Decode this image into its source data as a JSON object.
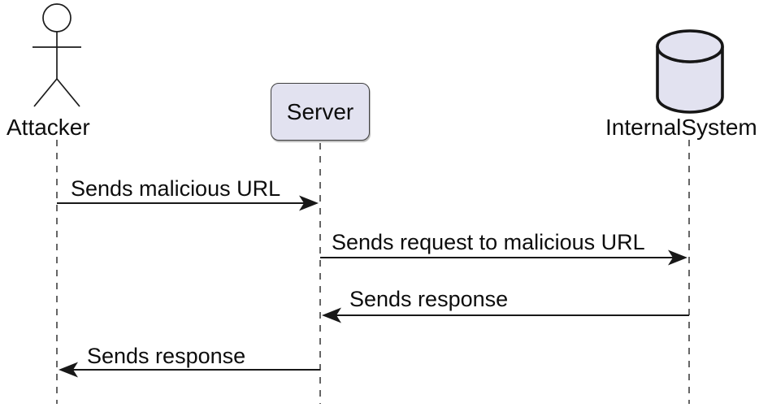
{
  "diagram": {
    "type": "sequence-diagram",
    "participants": [
      {
        "label": "Attacker",
        "kind": "actor"
      },
      {
        "label": "Server",
        "kind": "participant"
      },
      {
        "label": "InternalSystem",
        "kind": "database"
      }
    ],
    "messages": [
      {
        "from": "Attacker",
        "to": "Server",
        "label": "Sends malicious URL",
        "direction": "right",
        "arrow": "solid-filled-head"
      },
      {
        "from": "Server",
        "to": "InternalSystem",
        "label": "Sends request to malicious URL",
        "direction": "right",
        "arrow": "solid-filled-head"
      },
      {
        "from": "InternalSystem",
        "to": "Server",
        "label": "Sends response",
        "direction": "left",
        "arrow": "solid-filled-head"
      },
      {
        "from": "Server",
        "to": "Attacker",
        "label": "Sends response",
        "direction": "left",
        "arrow": "solid-filled-head"
      }
    ],
    "colors": {
      "shape_fill": "#e2e2f0",
      "stroke": "#181818",
      "text": "#0d0d0d",
      "background": "#ffffff"
    }
  }
}
